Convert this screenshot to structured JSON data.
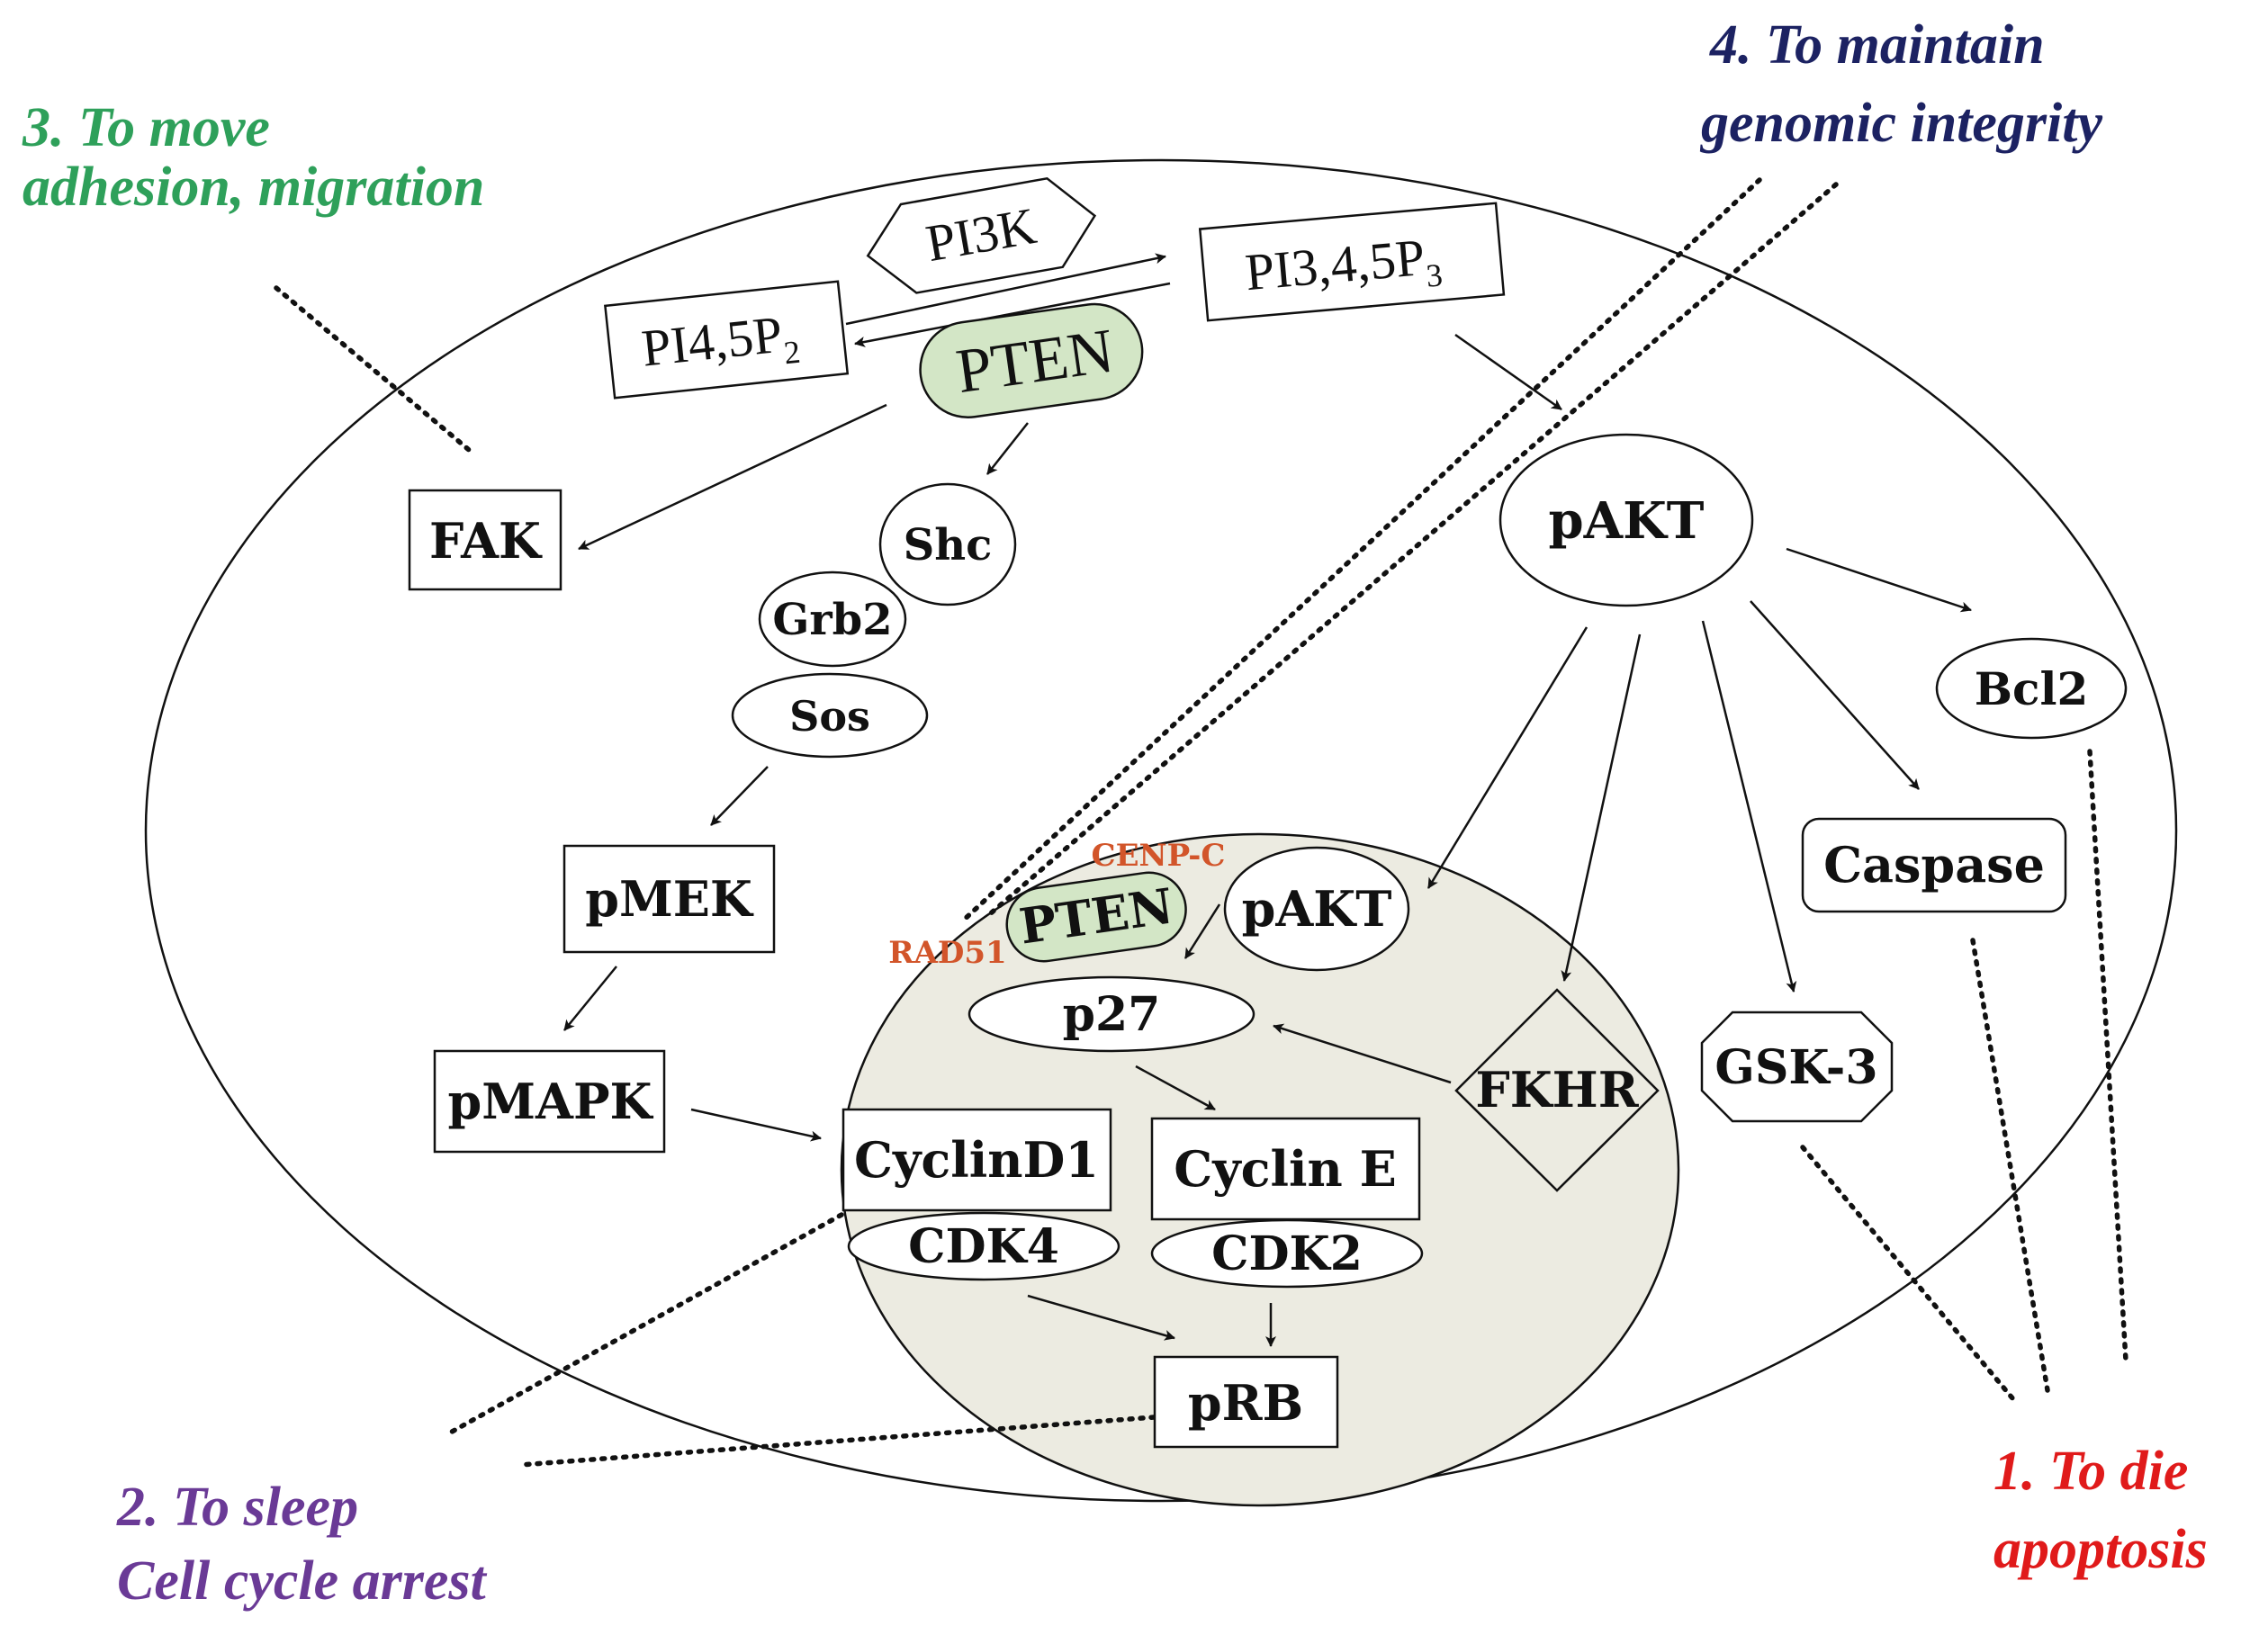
{
  "captions": {
    "move_line1": "3. To move",
    "move_line2": "adhesion, migration",
    "genomic_line1": "4. To maintain",
    "genomic_line2": "genomic integrity",
    "sleep_line1": "2. To sleep",
    "sleep_line2": "Cell cycle arrest",
    "die_line1": "1. To die",
    "die_line2": "apoptosis"
  },
  "nodes": {
    "pi3k": "PI3K",
    "pi345p3_main": "PI3,4,5P",
    "pi345p3_sub": "3",
    "pi45p2_main": "PI4,5P",
    "pi45p2_sub": "2",
    "pten_cytoplasm": "PTEN",
    "fak": "FAK",
    "shc": "Shc",
    "grb2": "Grb2",
    "sos": "Sos",
    "pmek": "pMEK",
    "pmapk": "pMAPK",
    "pakt_cytoplasm": "pAKT",
    "bcl2": "Bcl2",
    "caspase": "Caspase",
    "gsk3": "GSK-3",
    "cenpc": "CENP-C",
    "rad51": "RAD51",
    "pten_nucleus": "PTEN",
    "pakt_nucleus": "pAKT",
    "p27": "p27",
    "fkhr": "FKHR",
    "cyclind1": "CyclinD1",
    "cdk4": "CDK4",
    "cycline": "Cyclin E",
    "cdk2": "CDK2",
    "prb": "pRB"
  },
  "colors": {
    "green_caption": "#2ea05a",
    "navy_caption": "#1c2262",
    "purple_caption": "#6a3a96",
    "red_caption": "#e01a1a",
    "orange_label": "#d2552a",
    "pten_fill": "#d3e6c6",
    "nucleus_fill": "#ecebe1"
  }
}
